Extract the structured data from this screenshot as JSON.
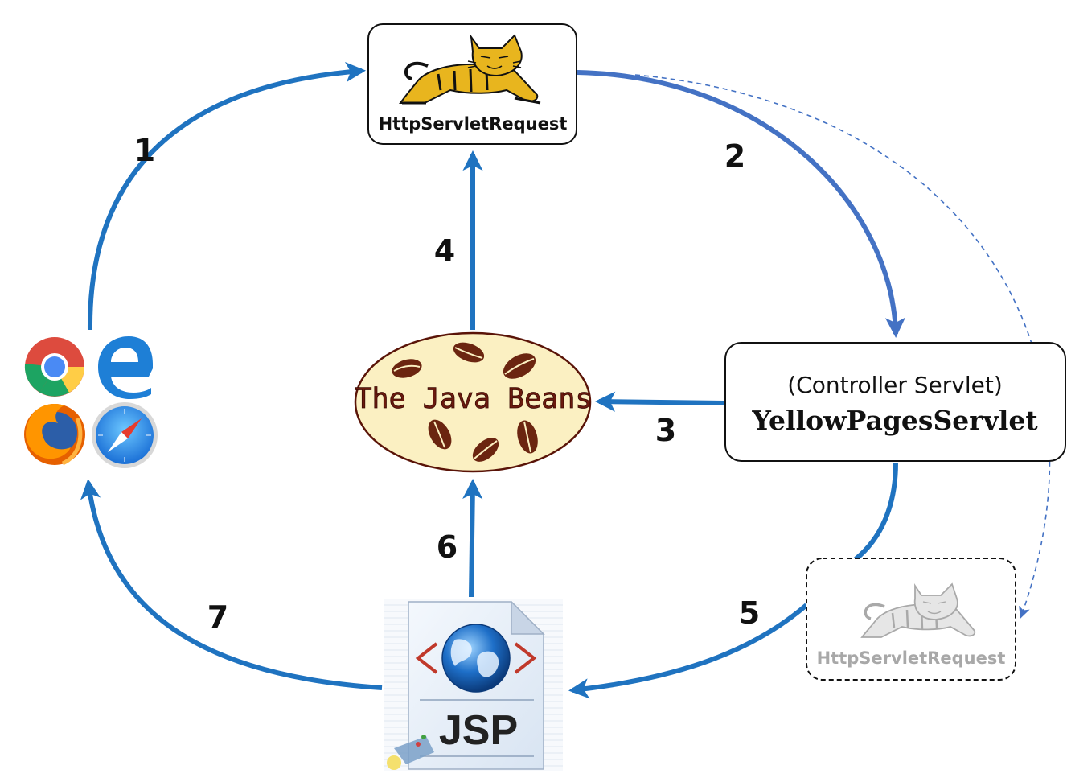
{
  "nodes": {
    "tomcat_request": {
      "label": "HttpServletRequest",
      "icon": "tomcat-cat-icon"
    },
    "controller": {
      "subtitle": "(Controller Servlet)",
      "title": "YellowPagesServlet"
    },
    "beans": {
      "label": "The Java Beans",
      "icon": "coffee-beans-icon"
    },
    "jsp": {
      "label": "JSP",
      "icon": "jsp-document-icon"
    },
    "request_copy": {
      "label": "HttpServletRequest",
      "icon": "tomcat-cat-icon"
    },
    "browsers": {
      "icons": [
        "chrome-icon",
        "edge-icon",
        "firefox-icon",
        "safari-icon"
      ]
    }
  },
  "steps": {
    "s1": "1",
    "s2": "2",
    "s3": "3",
    "s4": "4",
    "s5": "5",
    "s6": "6",
    "s7": "7"
  },
  "colors": {
    "arrow_blue": "#1f73c0",
    "arrow_blue_light": "#4472c4",
    "bean_fill": "#fbf0c2",
    "bean_text": "#6b1a0e",
    "bean_seed": "#6b2510",
    "tomcat_yellow": "#e8b51e",
    "faded_gray": "#a8a8a8"
  }
}
